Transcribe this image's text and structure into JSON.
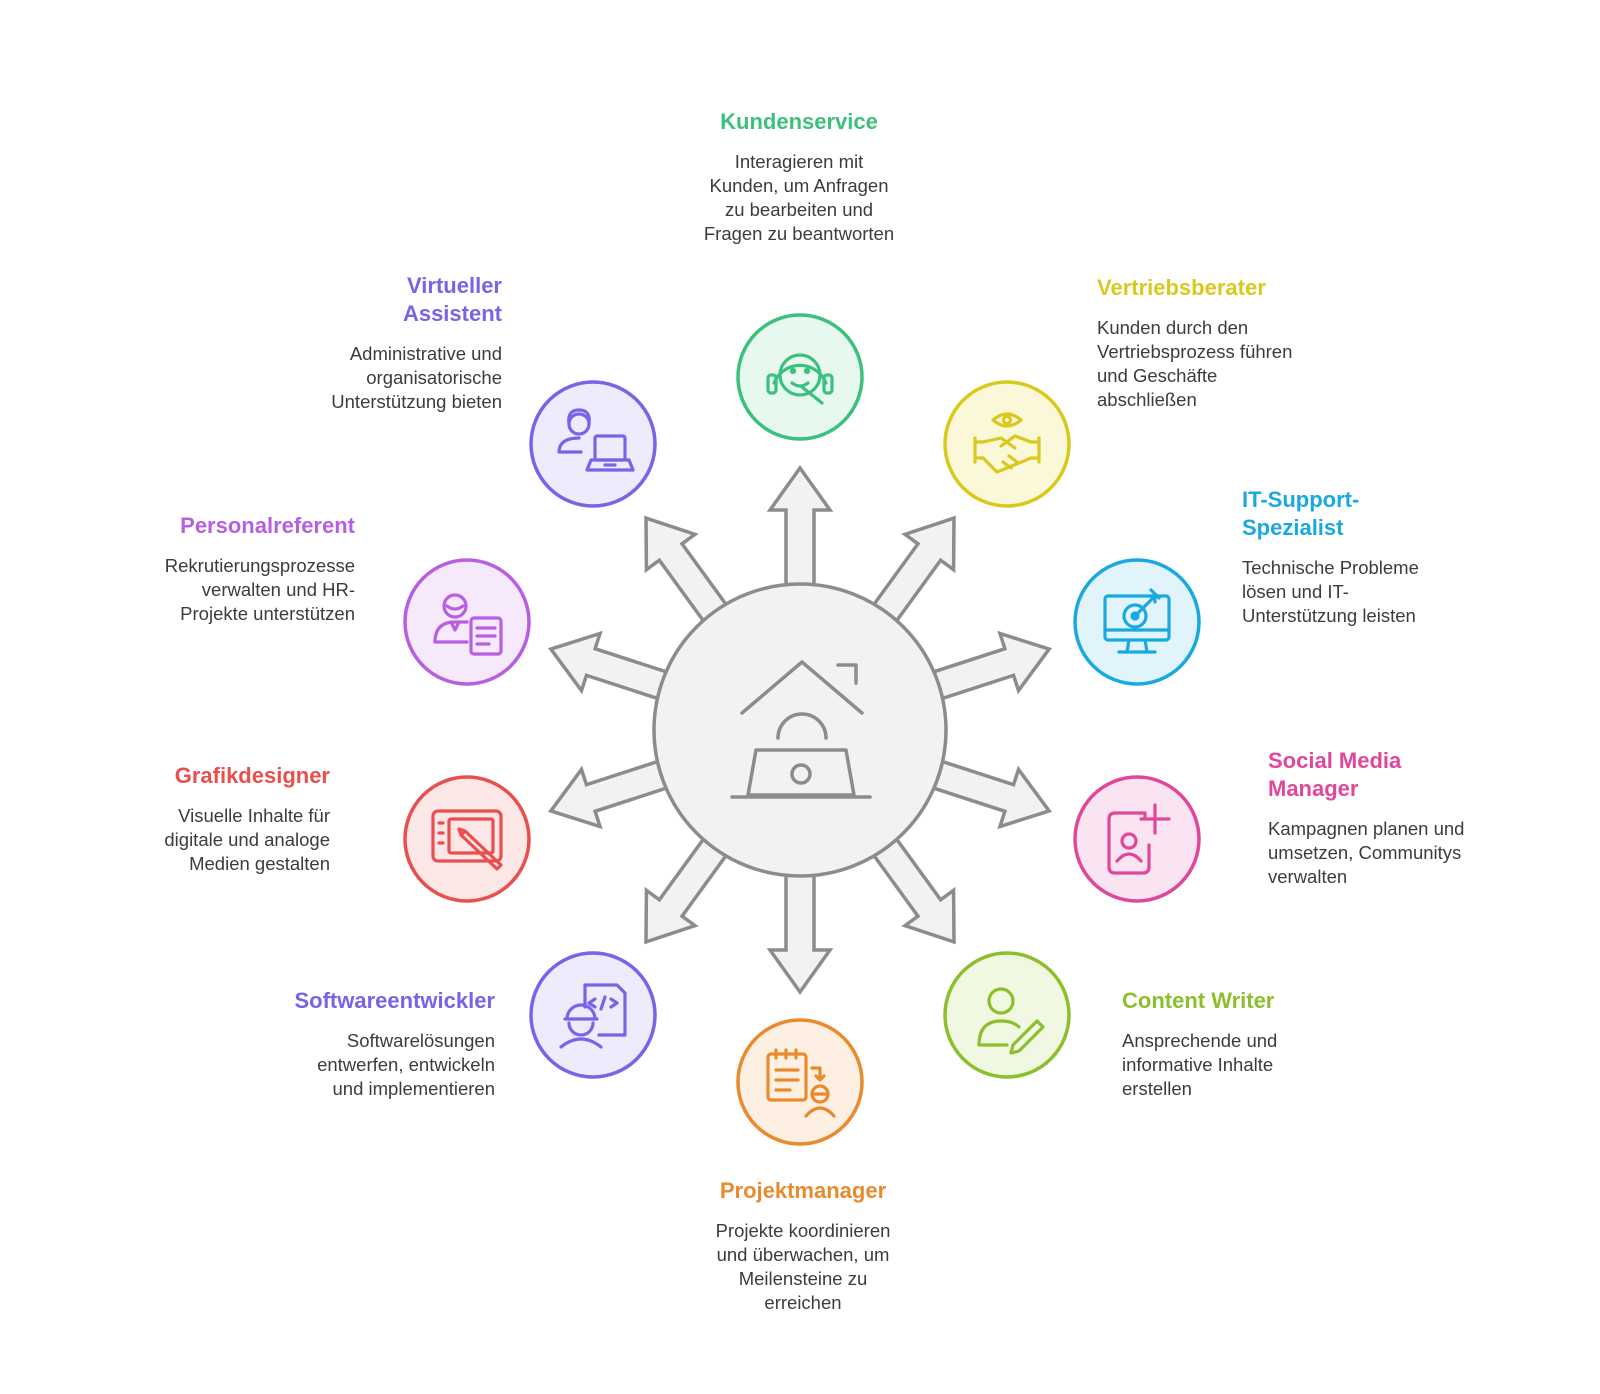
{
  "colors": {
    "hub_fill": "#f2f2f2",
    "hub_stroke": "#8c8c8c",
    "arrow_fill": "#f2f2f2",
    "arrow_stroke": "#8c8c8c",
    "desc_text": "#3c3c3c"
  },
  "hub": {
    "icon": "remote-worker-house-icon"
  },
  "roles": [
    {
      "title": "Kundenservice",
      "description": "Interagieren mit\nKunden, um Anfragen\nzu bearbeiten und\nFragen zu beantworten",
      "color": "#3cc07d",
      "fill": "#e7f8ee",
      "icon": "headset-agent-icon"
    },
    {
      "title": "Vertriebsberater",
      "description": "Kunden durch den\nVertriebsprozess führen\nund Geschäfte\nabschließen",
      "color": "#d9c91c",
      "fill": "#fbf8d9",
      "icon": "handshake-eye-icon"
    },
    {
      "title": "IT-Support-\nSpezialist",
      "description": "Technische Probleme\nlösen und IT-\nUnterstützung leisten",
      "color": "#1aa9de",
      "fill": "#e2f4fb",
      "icon": "monitor-target-icon"
    },
    {
      "title": "Social Media\nManager",
      "description": "Kampagnen planen und\numsetzen, Communitys\nverwalten",
      "color": "#e0479b",
      "fill": "#fbe4f1",
      "icon": "phone-user-plus-icon"
    },
    {
      "title": "Content Writer",
      "description": "Ansprechende und\ninformative Inhalte\nerstellen",
      "color": "#8cbf2d",
      "fill": "#f0f8e1",
      "icon": "writer-pen-icon"
    },
    {
      "title": "Projektmanager",
      "description": "Projekte koordinieren\nund überwachen, um\nMeilensteine zu\nerreichen",
      "color": "#e88a2e",
      "fill": "#fdf0e2",
      "icon": "clipboard-manager-icon"
    },
    {
      "title": "Softwareentwickler",
      "description": "Softwarelösungen\nentwerfen, entwickeln\nund implementieren",
      "color": "#7a63e6",
      "fill": "#eeebfc",
      "icon": "developer-code-icon"
    },
    {
      "title": "Grafikdesigner",
      "description": "Visuelle Inhalte für\ndigitale und analoge\nMedien gestalten",
      "color": "#e84f4f",
      "fill": "#fde6e6",
      "icon": "drawing-tablet-icon"
    },
    {
      "title": "Personalreferent",
      "description": "Rekrutierungsprozesse\nverwalten und HR-\nProjekte unterstützen",
      "color": "#b65fe0",
      "fill": "#f6e9fc",
      "icon": "recruiter-document-icon"
    },
    {
      "title": "Virtueller\nAssistent",
      "description": "Administrative und\norganisatorische\nUnterstützung bieten",
      "color": "#7a63e6",
      "fill": "#eeebfc",
      "icon": "assistant-laptop-icon"
    }
  ]
}
